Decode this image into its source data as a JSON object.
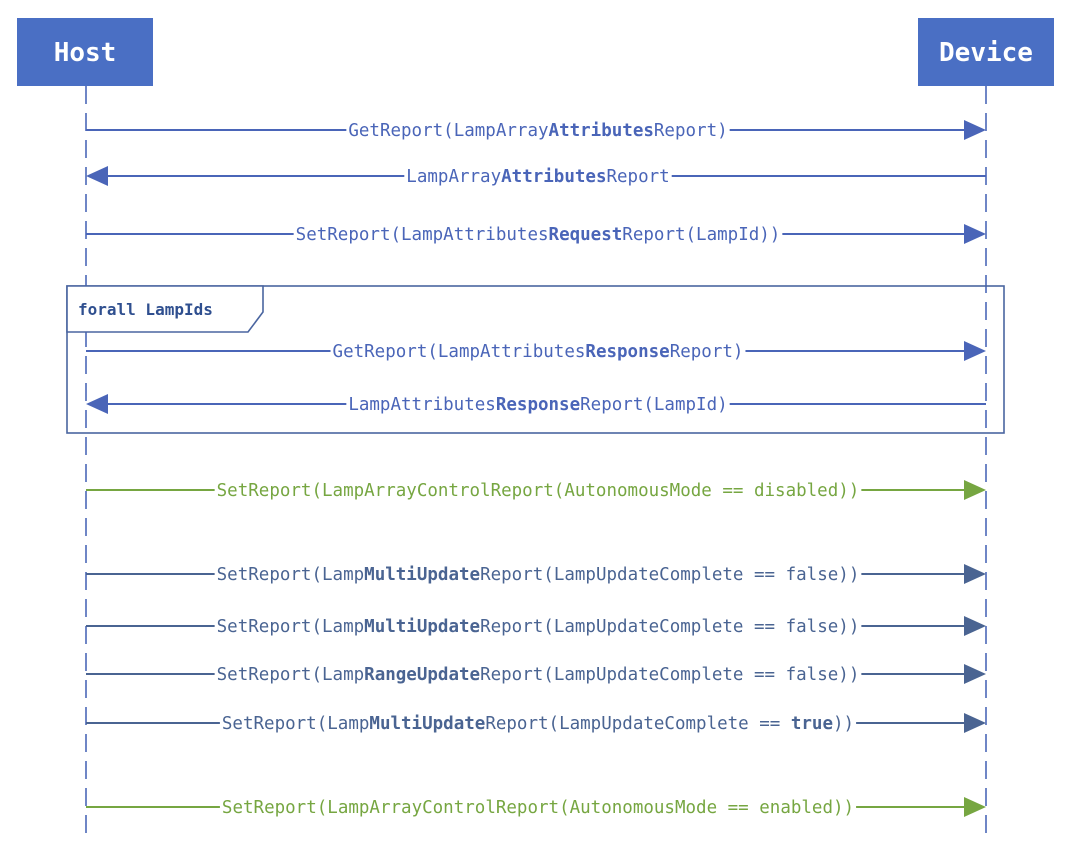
{
  "colors": {
    "actor_fill": "#4a6fc4",
    "lifeline": "#6f86c6",
    "message_blue": "#4a65b8",
    "message_slate": "#4a6492",
    "message_green": "#76a641",
    "frame_border": "#4a65a0"
  },
  "actors": {
    "host": "Host",
    "device": "Device"
  },
  "frame": {
    "label": "forall LampIds"
  },
  "messages": [
    {
      "direction": "right",
      "color": "blue",
      "parts": [
        {
          "t": "GetReport(LampArray"
        },
        {
          "t": "Attributes",
          "b": true
        },
        {
          "t": "Report)"
        }
      ]
    },
    {
      "direction": "left",
      "color": "blue",
      "parts": [
        {
          "t": "LampArray"
        },
        {
          "t": "Attributes",
          "b": true
        },
        {
          "t": "Report"
        }
      ]
    },
    {
      "direction": "right",
      "color": "blue",
      "parts": [
        {
          "t": "SetReport(LampAttributes"
        },
        {
          "t": "Request",
          "b": true
        },
        {
          "t": "Report(LampId))"
        }
      ]
    },
    {
      "direction": "right",
      "color": "blue",
      "parts": [
        {
          "t": "GetReport(LampAttributes"
        },
        {
          "t": "Response",
          "b": true
        },
        {
          "t": "Report)"
        }
      ]
    },
    {
      "direction": "left",
      "color": "blue",
      "parts": [
        {
          "t": "LampAttributes"
        },
        {
          "t": "Response",
          "b": true
        },
        {
          "t": "Report(LampId)"
        }
      ]
    },
    {
      "direction": "right",
      "color": "green",
      "parts": [
        {
          "t": "SetReport(LampArrayControlReport(AutonomousMode == disabled))"
        }
      ]
    },
    {
      "direction": "right",
      "color": "slate",
      "parts": [
        {
          "t": "SetReport(Lamp"
        },
        {
          "t": "MultiUpdate",
          "b": true
        },
        {
          "t": "Report(LampUpdateComplete == false))"
        }
      ]
    },
    {
      "direction": "right",
      "color": "slate",
      "parts": [
        {
          "t": "SetReport(Lamp"
        },
        {
          "t": "MultiUpdate",
          "b": true
        },
        {
          "t": "Report(LampUpdateComplete == false))"
        }
      ]
    },
    {
      "direction": "right",
      "color": "slate",
      "parts": [
        {
          "t": "SetReport(Lamp"
        },
        {
          "t": "RangeUpdate",
          "b": true
        },
        {
          "t": "Report(LampUpdateComplete == false))"
        }
      ]
    },
    {
      "direction": "right",
      "color": "slate",
      "parts": [
        {
          "t": "SetReport(Lamp"
        },
        {
          "t": "MultiUpdate",
          "b": true
        },
        {
          "t": "Report(LampUpdateComplete == "
        },
        {
          "t": "true",
          "b": true
        },
        {
          "t": "))"
        }
      ]
    },
    {
      "direction": "right",
      "color": "green",
      "parts": [
        {
          "t": "SetReport(LampArrayControlReport(AutonomousMode == enabled))"
        }
      ]
    }
  ]
}
